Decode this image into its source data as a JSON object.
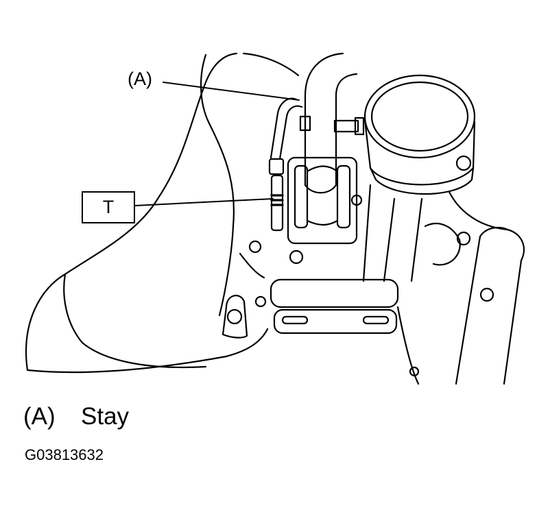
{
  "figure": {
    "callout_a": "(A)",
    "callout_t": "T",
    "line_color": "#000000",
    "background": "#ffffff"
  },
  "legend": [
    {
      "key": "(A)",
      "label": "Stay"
    }
  ],
  "figure_id": "G03813632"
}
